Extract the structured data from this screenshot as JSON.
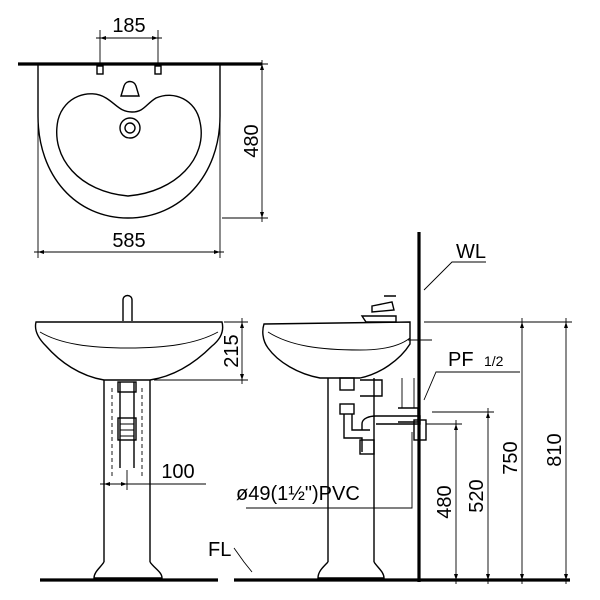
{
  "dimensions": {
    "tap_spacing": "185",
    "basin_depth": "480",
    "basin_width": "585",
    "basin_rim_height": "215",
    "pedestal_offset": "100",
    "waste_height": "480",
    "supply_height": "520",
    "tap_height": "750",
    "rim_height": "810"
  },
  "labels": {
    "wall": "WL",
    "floor": "FL",
    "supply_pipe": "PF",
    "supply_fraction": "1/2",
    "drain_pipe": "ø49(1½\")PVC"
  }
}
